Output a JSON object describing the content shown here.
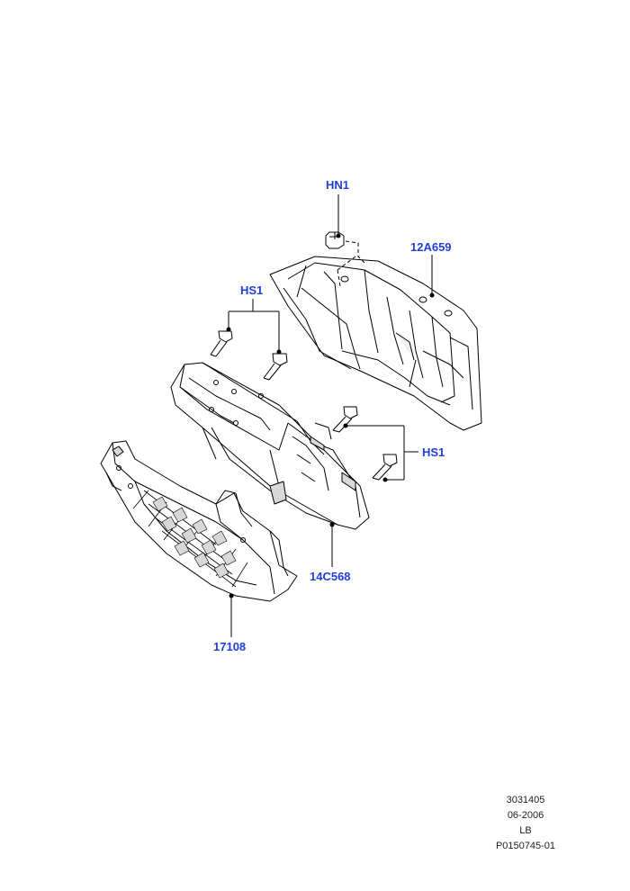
{
  "callouts": {
    "hn1": "HN1",
    "a12a659": "12A659",
    "hs1_top": "HS1",
    "hs1_right": "HS1",
    "c14c568": "14C568",
    "p17108": "17108"
  },
  "meta": {
    "line1": "3031405",
    "line2": "06-2006",
    "line3": "LB",
    "line4": "P0150745-01"
  },
  "colors": {
    "callout": "#1f3fd6",
    "line": "#000000",
    "part_fill": "#ffffff",
    "shade": "#d8d8d8"
  }
}
